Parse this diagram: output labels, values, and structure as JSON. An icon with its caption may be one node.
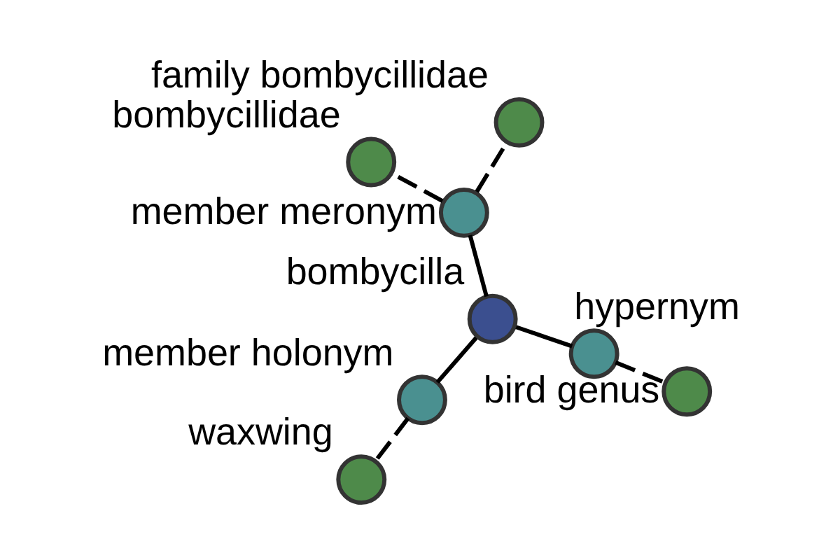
{
  "diagram": {
    "nodes": [
      {
        "text": [
          "bombycilla"
        ]
      },
      {
        "text": [
          "hypernym"
        ]
      },
      {
        "text": [
          "bird genus"
        ]
      },
      {
        "text": [
          "member meronym"
        ]
      },
      {
        "text": [
          "family bombycillidae"
        ]
      },
      {
        "text": [
          "bombycillidae"
        ]
      },
      {
        "text": [
          "member holonym"
        ]
      },
      {
        "text": [
          "waxwing"
        ]
      }
    ],
    "edges": [
      {
        "from": 0,
        "to": 1,
        "arrow": "none"
      },
      {
        "from": 1,
        "to": 2,
        "arrow": "none",
        "style": "dashed"
      },
      {
        "from": 0,
        "to": 3,
        "arrow": "none"
      },
      {
        "from": 3,
        "to": 4,
        "arrow": "none",
        "style": "dashed"
      },
      {
        "from": 3,
        "to": 5,
        "arrow": "none",
        "style": "dashed"
      },
      {
        "from": 0,
        "to": 6,
        "arrow": "none"
      },
      {
        "from": 6,
        "to": 7,
        "arrow": "none",
        "style": "dashed"
      }
    ]
  }
}
